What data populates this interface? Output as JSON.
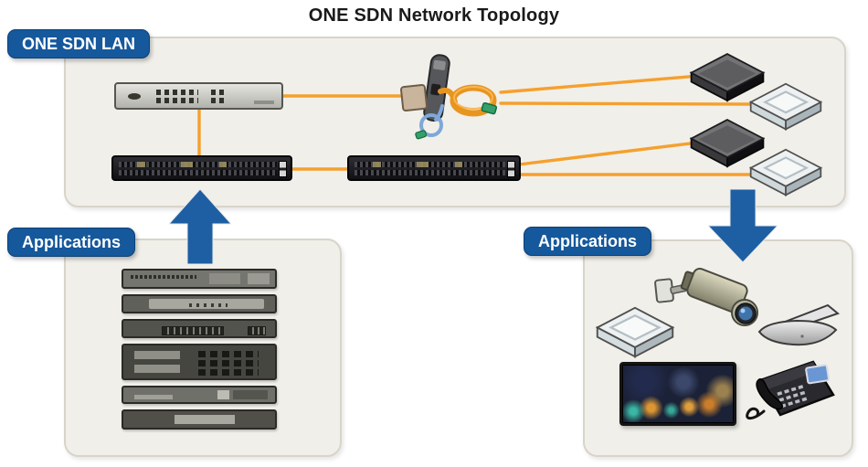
{
  "title": "ONE SDN Network Topology",
  "lan_panel": {
    "label": "ONE SDN LAN"
  },
  "apps_left_panel": {
    "label": "Applications"
  },
  "apps_right_panel": {
    "label": "Applications"
  },
  "colors": {
    "label_blue": "#15589C",
    "arrow_blue": "#1E5FA3",
    "link_orange": "#F5A02E",
    "panel_fill": "#F1EFE9",
    "panel_border": "#D8D4C9",
    "title_color": "#1A1A1A"
  },
  "icons": {
    "lan_devices": [
      "sdn-controller-switch-icon",
      "fiber-wall-outlet-icon",
      "core-switch-icon",
      "distribution-switch-icon",
      "dark-endpoint-box-icon",
      "dark-endpoint-box-icon",
      "white-endpoint-box-icon",
      "white-endpoint-box-icon"
    ],
    "apps_left_devices": [
      "rack-server-icon",
      "rack-server-icon",
      "rack-server-icon",
      "rack-server-icon",
      "rack-server-icon",
      "rack-server-icon"
    ],
    "apps_right_devices": [
      "wireless-access-point-icon",
      "security-camera-icon",
      "antenna-device-icon",
      "digital-signage-display-icon",
      "ip-phone-icon"
    ],
    "flow_arrows": [
      "up-arrow-icon",
      "down-arrow-icon"
    ]
  }
}
